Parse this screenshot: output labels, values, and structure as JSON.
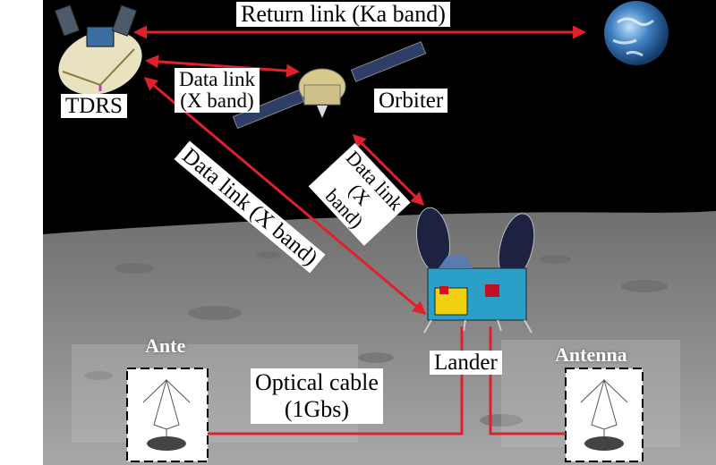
{
  "labels": {
    "return_link": "Return link (Ka band)",
    "tdrs": "TDRS",
    "data_link_tdrs_orbiter_line1": "Data link",
    "data_link_tdrs_orbiter_line2": "(X band)",
    "orbiter": "Orbiter",
    "data_link_tdrs_lander": "Data link (X band)",
    "data_link_orbiter_lander_line1": "Data link",
    "data_link_orbiter_lander_line2": "(X",
    "data_link_orbiter_lander_line3": "band)",
    "lander": "Lander",
    "optical_cable_line1": "Optical cable",
    "optical_cable_line2": "(1Gbs)",
    "antenna_left_partial": "Ante",
    "antenna_right": "Antenna"
  },
  "colors": {
    "space": "#000000",
    "link_arrow": "#e0202a",
    "cable": "#e0202a",
    "lunar_surface": "#8c8c8c",
    "label_bg": "#ffffff"
  },
  "icons": {
    "tdrs": "tdrs-satellite-icon",
    "orbiter": "orbiter-spacecraft-icon",
    "earth": "earth-icon",
    "lander": "lander-icon",
    "antenna": "antenna-array-icon"
  }
}
